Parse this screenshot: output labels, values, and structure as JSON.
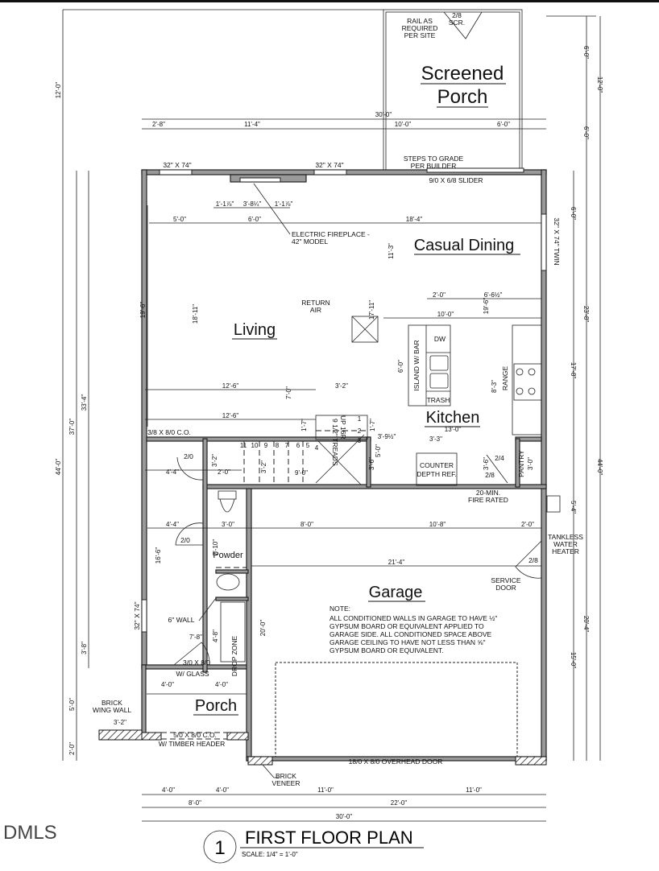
{
  "title": "FIRST FLOOR PLAN",
  "detail_number": "1",
  "scale": "SCALE:  1/4\" = 1'-0\"",
  "watermark": "DMLS",
  "rooms": {
    "screened_porch_1": "Screened",
    "screened_porch_2": "Porch",
    "casual_dining": "Casual Dining",
    "living": "Living",
    "kitchen": "Kitchen",
    "powder": "Powder",
    "garage": "Garage",
    "porch": "Porch",
    "pantry": "PANTRY",
    "drop_zone": "DROP ZONE"
  },
  "notes": {
    "rail_1": "RAIL AS",
    "rail_2": "REQUIRED",
    "rail_3": "PER SITE",
    "scr_door_1": "2/8",
    "scr_door_2": "SCR.",
    "steps_1": "STEPS TO GRADE",
    "steps_2": "PER BUILDER",
    "slider": "9/0 X 6/8 SLIDER",
    "window_1": "32\" X 74\"",
    "window_2": "32\" X 74\"",
    "window_twin": "32\" X 74\" TWIN",
    "window_left": "32\" X 74\"",
    "fireplace_1": "ELECTRIC FIREPLACE -",
    "fireplace_2": "42\" MODEL",
    "return_air_1": "RETURN",
    "return_air_2": "AIR",
    "island": "ISLAND W/ BAR",
    "dw": "DW",
    "trash": "TRASH",
    "range": "RANGE",
    "co_opening": "3/8 X 8/0 C.O.",
    "stair": "UP 16R",
    "treads": "9 1/2\" TREADS",
    "counter_1": "COUNTER",
    "counter_2": "DEPTH  REF.",
    "door_20": "2/0",
    "door_20b": "2/0",
    "door_24": "2/4",
    "door_28": "2/8",
    "door_28b": "2/8",
    "fire_1": "20-MIN.",
    "fire_2": "FIRE RATED",
    "tankless_1": "TANKLESS",
    "tankless_2": "WATER",
    "tankless_3": "HEATER",
    "service_1": "SERVICE",
    "service_2": "DOOR",
    "six_wall": "6\" WALL",
    "front_door_1": "3/0 X 8/0",
    "front_door_2": "W/ GLASS",
    "brick_wing_1": "BRICK",
    "brick_wing_2": "WING WALL",
    "porch_co_1": "5/0 X 8/0 C.O.",
    "porch_co_2": "W/ TIMBER HEADER",
    "brick_veneer_1": "BRICK",
    "brick_veneer_2": "VENEER",
    "overhead": "18/0 X 8/0  OVERHEAD DOOR",
    "garage_note_head": "NOTE:",
    "garage_note_1": "ALL CONDITIONED WALLS IN GARAGE TO HAVE ½\"",
    "garage_note_2": "GYPSUM BOARD OR EQUIVALENT APPLIED TO",
    "garage_note_3": "GARAGE SIDE.  ALL CONDITIONED SPACE ABOVE",
    "garage_note_4": "GARAGE CEILING TO HAVE NOT LESS THAN ⅝\"",
    "garage_note_5": "GYPSUM BOARD OR EQUIVALENT."
  },
  "dims": {
    "top_total": "30'-0\"",
    "top_a": "2'-8\"",
    "top_b": "11'-4\"",
    "top_c": "10'-0\"",
    "top_d": "6'-0\"",
    "fp_a": "1'-1⅞\"",
    "fp_b": "3'-8¼\"",
    "fp_c": "1'-1⅞\"",
    "row_a": "5'-0\"",
    "row_b": "6'-0\"",
    "row_c": "18'-4\"",
    "dining_h": "11'-3\"",
    "living_h": "17'-11\"",
    "k_a": "2'-0\"",
    "k_b": "6'-6½\"",
    "k_c": "10'-0\"",
    "k_d": "19'-6\"",
    "island_h": "6'-0\"",
    "range_h": "8'-3\"",
    "liv_w1": "12'-6\"",
    "liv_w2": "12'-6\"",
    "st_h": "7'-0\"",
    "st_w": "3'-2\"",
    "st_a": "1'-7\"",
    "st_b": "1'-7\"",
    "k_w": "13'-0\"",
    "k_e": "3'-9½\"",
    "k_f": "3'-3\"",
    "k_g": "5'-0\"",
    "k_h": "3'-6\"",
    "k_i": "3'-6\"",
    "pan": "3'-0\"",
    "hall_a": "4'-4\"",
    "hall_b": "2'-0\"",
    "hall_c": "3'-2\"",
    "st_c": "3'-2\"",
    "st_d": "9'-0\"",
    "g_a": "4'-4\"",
    "g_b": "3'-0\"",
    "g_c": "8'-0\"",
    "g_d": "10'-8\"",
    "g_e": "2'-0\"",
    "g_f": "21'-4\"",
    "pw_h": "7'-10\"",
    "dz_h": "4'-8\"",
    "fy_w": "7'-8\"",
    "g_h": "20'-0\"",
    "p_a": "4'-0\"",
    "p_b": "4'-0\"",
    "wing": "3'-2\"",
    "bot_a": "4'-0\"",
    "bot_b": "4'-0\"",
    "bot_c": "11'-0\"",
    "bot_d": "11'-0\"",
    "bot_e": "8'-0\"",
    "bot_f": "22'-0\"",
    "bot_total": "30'-0\"",
    "l_12": "12'-0\"",
    "l_37": "37'-0\"",
    "l_44": "44'-0\"",
    "l_33": "33'-4\"",
    "l_196": "19'-6\"",
    "l_1811": "18'-11\"",
    "l_166": "16'-6\"",
    "l_38": "3'-8\"",
    "l_50": "5'-0\"",
    "l_20": "2'-0\"",
    "r_6a": "6'-0\"",
    "r_12": "12'-0\"",
    "r_6b": "6'-0\"",
    "r_6c": "6'-0\"",
    "r_238": "23'-8\"",
    "r_178": "17'-8\"",
    "r_44": "44'-0\"",
    "r_54": "5'-4\"",
    "r_204": "20'-4\"",
    "r_15": "15'-0\""
  },
  "stair_steps": [
    "1",
    "2",
    "3",
    "4",
    "5",
    "6",
    "7",
    "8",
    "9",
    "10",
    "11"
  ]
}
